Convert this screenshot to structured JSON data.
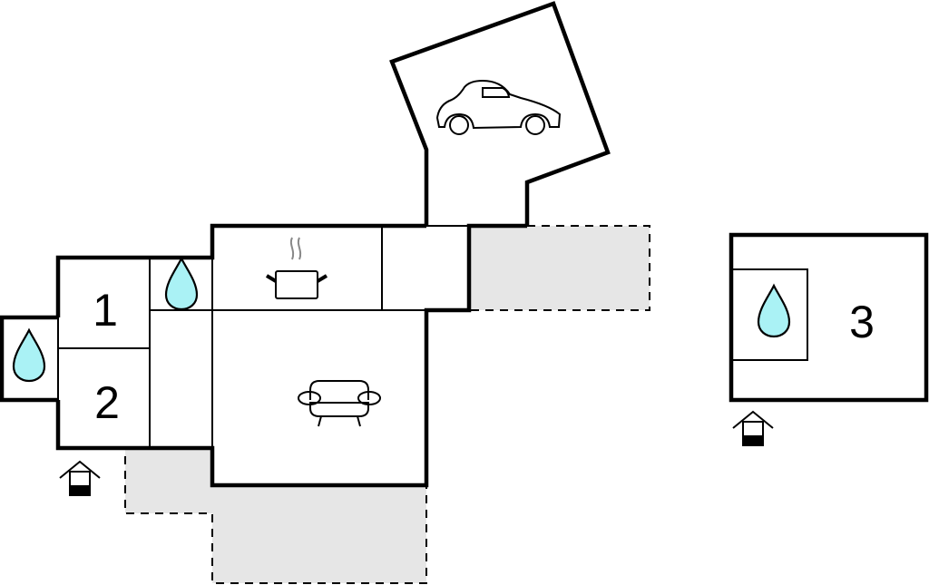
{
  "floorplan": {
    "rooms": [
      {
        "id": "bedroom-1",
        "label": "1"
      },
      {
        "id": "bedroom-2",
        "label": "2"
      },
      {
        "id": "bedroom-3",
        "label": "3"
      }
    ],
    "icons": [
      "bathroom-drop-icon",
      "kitchen-pot-icon",
      "living-sofa-icon",
      "carport-car-icon",
      "entrance-icon"
    ],
    "colors": {
      "water": "#aaf2f5",
      "terrace": "#e6e6e6",
      "wall": "#000000"
    }
  }
}
